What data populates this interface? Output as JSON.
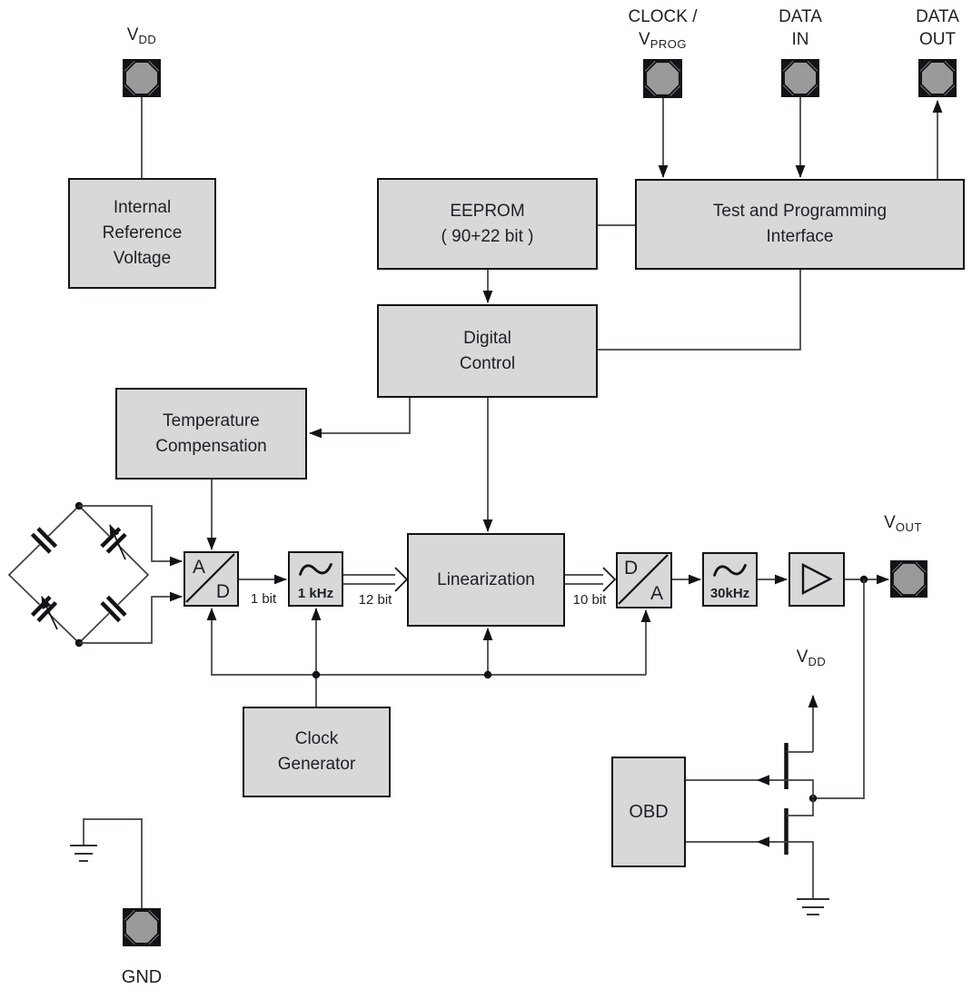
{
  "colors": {
    "box_fill": "#d8d8d8",
    "pad_fill": "#9a9a9a",
    "wire": "#3e4043",
    "ink": "#121316",
    "text": "#1d2025",
    "background": "#ffffff"
  },
  "pads": {
    "vdd_top": {
      "v": "V",
      "sub": "DD"
    },
    "clock": {
      "line1": "CLOCK /",
      "v": "V",
      "sub": "PROG"
    },
    "data_in": {
      "line1": "DATA",
      "line2": "IN"
    },
    "data_out": {
      "line1": "DATA",
      "line2": "OUT"
    },
    "vout": {
      "v": "V",
      "sub": "OUT"
    },
    "vdd_mid": {
      "v": "V",
      "sub": "DD"
    },
    "gnd": {
      "label": "GND"
    }
  },
  "blocks": {
    "internal_reference": {
      "lines": [
        "Internal",
        "Reference",
        "Voltage"
      ]
    },
    "eeprom": {
      "lines": [
        "EEPROM",
        "( 90+22 bit )"
      ]
    },
    "test_interface": {
      "lines": [
        "Test and Programming",
        "Interface"
      ]
    },
    "digital_control": {
      "lines": [
        "Digital",
        "Control"
      ]
    },
    "temperature_compensation": {
      "lines": [
        "Temperature",
        "Compensation"
      ]
    },
    "linearization": {
      "label": "Linearization"
    },
    "clock_generator": {
      "lines": [
        "Clock",
        "Generator"
      ]
    },
    "obd": {
      "label": "OBD"
    },
    "adc": {
      "top": "A",
      "bottom": "D"
    },
    "dac": {
      "top": "D",
      "bottom": "A"
    },
    "filter_1khz": {
      "label": "1 kHz"
    },
    "filter_30khz": {
      "label": "30kHz"
    }
  },
  "bus_labels": {
    "adc_out": "1 bit",
    "filter_out": "12 bit",
    "linearization_out": "10 bit"
  }
}
